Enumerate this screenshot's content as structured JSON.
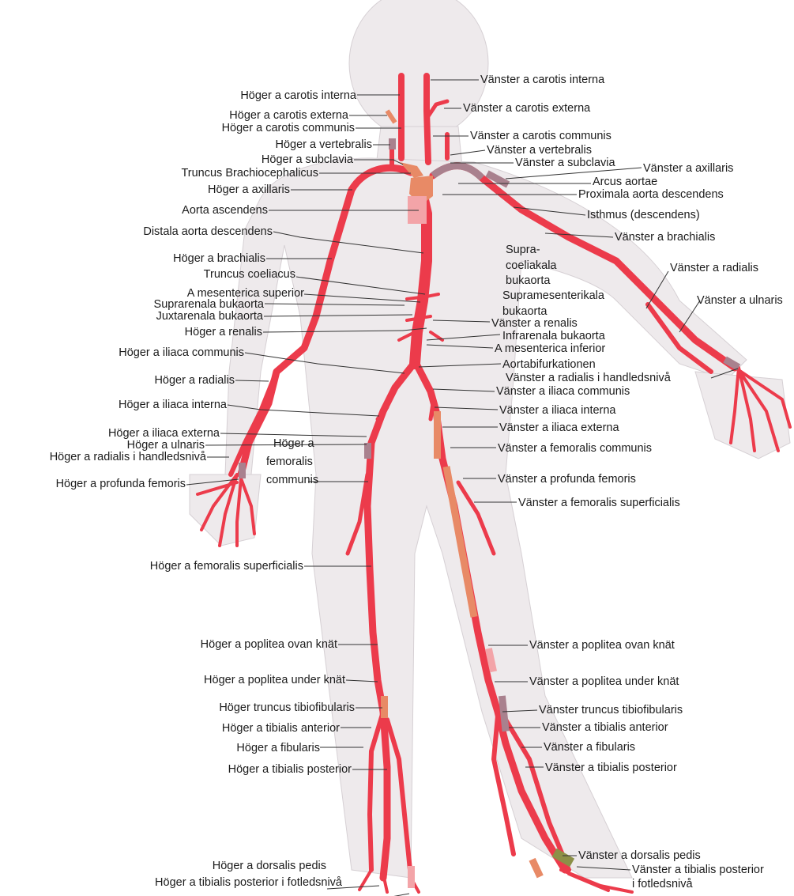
{
  "colors": {
    "body": "#eeeaec",
    "bodyEdge": "#d6d0d4",
    "artery": "#ec3b4b",
    "arteryDark": "#c82c3c",
    "orange": "#e88a66",
    "pink": "#f3a4a8",
    "mauve": "#a9818e",
    "olive": "#8c9048",
    "leader": "#333333"
  },
  "labels": {
    "right": [
      "Höger a carotis interna",
      "Höger a carotis externa",
      "Höger a carotis communis",
      "Höger a vertebralis",
      "Höger a subclavia",
      "Truncus Brachiocephalicus",
      "Höger a axillaris",
      "Aorta ascendens",
      "Distala aorta descendens",
      "Höger a brachialis",
      "Truncus coeliacus",
      "A mesenterica superior",
      "Suprarenala bukaorta",
      "Juxtarenala bukaorta",
      "Höger a renalis",
      "Höger a iliaca communis",
      "Höger a radialis",
      "Höger a iliaca interna",
      "Höger a iliaca externa",
      "Höger a ulnaris",
      "Höger a radialis i handledsnivå",
      "Höger a profunda femoris",
      "Höger a femoralis superficialis",
      "Höger a poplitea ovan knät",
      "Höger a poplitea under knät",
      "Höger truncus tibiofibularis",
      "Höger a tibialis anterior",
      "Höger a fibularis",
      "Höger a tibialis posterior",
      "Höger a dorsalis pedis",
      "Höger a tibialis posterior i fotledsnivå"
    ],
    "femoralis_communis_right": [
      "Höger a",
      "femoralis",
      "communis"
    ],
    "left": [
      "Vänster a carotis interna",
      "Vänster a carotis externa",
      "Vänster a carotis communis",
      "Vänster a vertebralis",
      "Vänster a subclavia",
      "Vänster a axillaris",
      "Arcus aortae",
      "Proximala aorta descendens",
      "Isthmus (descendens)",
      "Vänster a brachialis",
      "Vänster a radialis",
      "Vänster a ulnaris",
      "Vänster a renalis",
      "Infrarenala bukaorta",
      "A mesenterica inferior",
      "Aortabifurkationen",
      "Vänster a radialis i handledsnivå",
      "Vänster a iliaca communis",
      "Vänster a iliaca interna",
      "Vänster a iliaca externa",
      "Vänster a femoralis communis",
      "Vänster a profunda femoris",
      "Vänster a femoralis superficialis",
      "Vänster a poplitea ovan knät",
      "Vänster a poplitea under knät",
      "Vänster truncus tibiofibularis",
      "Vänster a tibialis anterior",
      "Vänster a fibularis",
      "Vänster a tibialis posterior",
      "Vänster a dorsalis pedis"
    ],
    "supra_coeliakala": [
      "Supra-",
      "coeliakala",
      "bukaorta"
    ],
    "supramesenterikala": [
      "Supramesenterikala",
      "bukaorta"
    ],
    "tibialis_posterior_fotled_left": [
      "Vänster a tibialis posterior",
      "i fotledsnivå"
    ]
  }
}
